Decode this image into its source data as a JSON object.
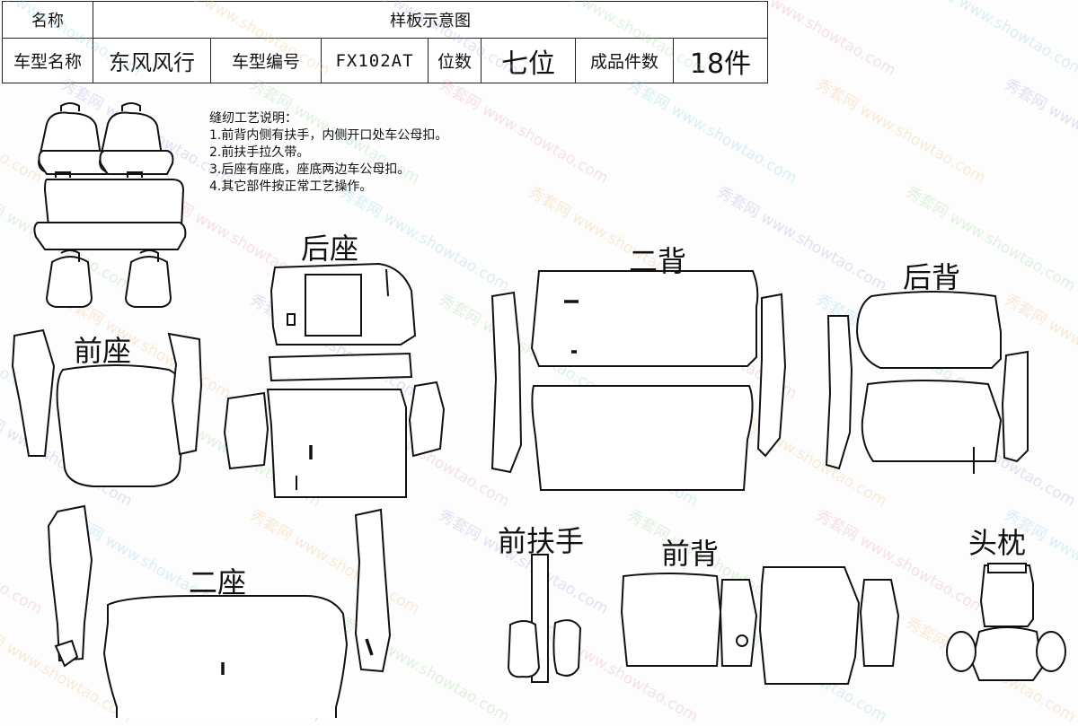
{
  "header": {
    "name_label": "名称",
    "title": "样板示意图",
    "model_name_label": "车型名称",
    "model_name": "东风风行",
    "model_code_label": "车型编号",
    "model_code": "FX102AT",
    "seats_label": "位数",
    "seats": "七位",
    "pieces_label": "成品件数",
    "pieces": "18件"
  },
  "notes": {
    "heading": "缝纫工艺说明：",
    "items": [
      "1.前背内侧有扶手，内侧开口处车公母扣。",
      "2.前扶手拉久带。",
      "3.后座有座底，座底两边车公母扣。",
      "4.其它部件按正常工艺操作。"
    ]
  },
  "labels": {
    "rear_seat": "后座",
    "second_back": "二背",
    "rear_back": "后背",
    "front_seat": "前座",
    "second_seat": "二座",
    "front_armrest": "前扶手",
    "front_back": "前背",
    "headrest": "头枕"
  },
  "watermark": {
    "brand": "秀套网",
    "url": "www.showtao.com",
    "colors": [
      "#e8a0c8",
      "#8fd0e8",
      "#f0c080",
      "#b0a0e0",
      "#a0d8a0"
    ]
  }
}
